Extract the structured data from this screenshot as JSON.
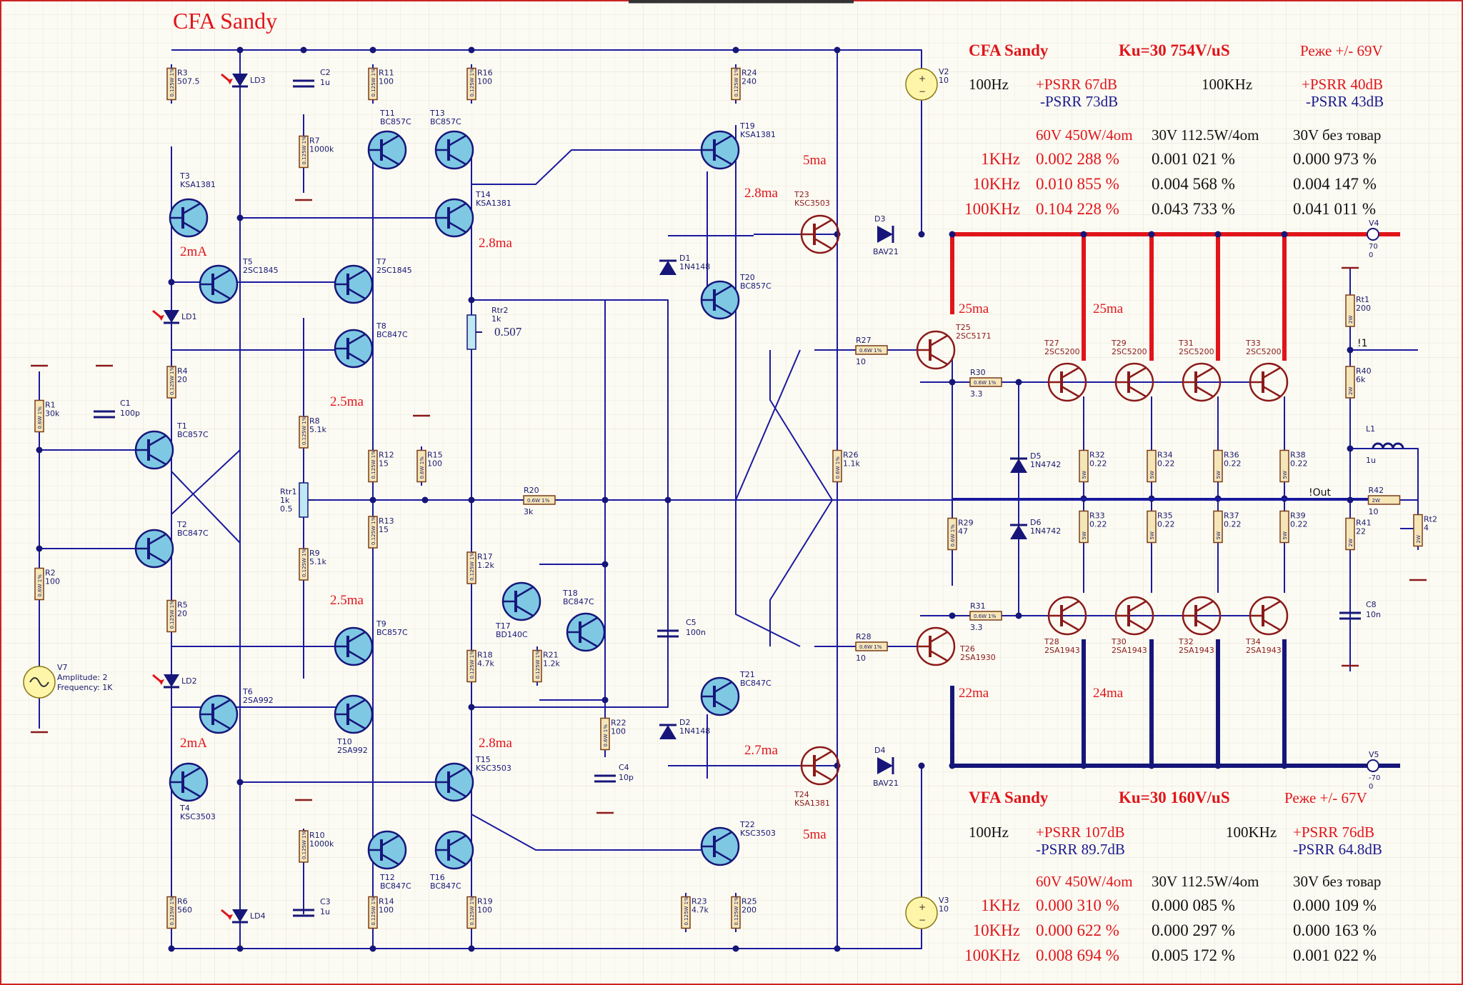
{
  "title": "CFA Sandy",
  "colors": {
    "wire": "#1a1a9e",
    "body": "#7ec8e3",
    "resistor": "#f5e6b8",
    "red": "#e0151a",
    "navy": "#16167a",
    "npn_out": "#8b1a1a"
  },
  "cfa_panel": {
    "title": "CFA Sandy",
    "ku": "Ku=30  754V/uS",
    "supply": "Реже +/- 69V",
    "lf": "100Hz",
    "lf_psrr_pos": "+PSRR 67dB",
    "lf_psrr_neg": "-PSRR 73dB",
    "hf": "100KHz",
    "hf_psrr_pos": "+PSRR 40dB",
    "hf_psrr_neg": "-PSRR 43dB",
    "col_headers": [
      "60V 450W/4om",
      "30V 112.5W/4om",
      "30V без товар"
    ],
    "rows": [
      {
        "freq": "1KHz",
        "v1": "0.002 288 %",
        "v2": "0.001 021 %",
        "v3": "0.000 973 %"
      },
      {
        "freq": "10KHz",
        "v1": "0.010 855 %",
        "v2": "0.004 568 %",
        "v3": "0.004 147 %"
      },
      {
        "freq": "100KHz",
        "v1": "0.104 228 %",
        "v2": "0.043 733 %",
        "v3": "0.041 011 %"
      }
    ]
  },
  "vfa_panel": {
    "title": "VFA Sandy",
    "ku": "Ku=30  160V/uS",
    "supply": "Реже +/- 67V",
    "lf": "100Hz",
    "lf_psrr_pos": "+PSRR 107dB",
    "lf_psrr_neg": "-PSRR 89.7dB",
    "hf": "100KHz",
    "hf_psrr_pos": "+PSRR 76dB",
    "hf_psrr_neg": "-PSRR 64.8dB",
    "col_headers": [
      "60V 450W/4om",
      "30V 112.5W/4om",
      "30V без товар"
    ],
    "rows": [
      {
        "freq": "1KHz",
        "v1": "0.000 310 %",
        "v2": "0.000 085 %",
        "v3": "0.000 109 %"
      },
      {
        "freq": "10KHz",
        "v1": "0.000 622 %",
        "v2": "0.000 297 %",
        "v3": "0.000 163 %"
      },
      {
        "freq": "100KHz",
        "v1": "0.008 694 %",
        "v2": "0.005 172 %",
        "v3": "0.001 022 %"
      }
    ]
  },
  "currents": [
    "2mA",
    "2.8ma",
    "2.5ma",
    "2.5ma",
    "2mA",
    "2.8ma",
    "2.8ma",
    "2.7ma",
    "5ma",
    "5ma",
    "25ma",
    "25ma",
    "22ma",
    "24ma"
  ],
  "transistors": [
    {
      "ref": "T1",
      "part": "BC857C"
    },
    {
      "ref": "T2",
      "part": "BC847C"
    },
    {
      "ref": "T3",
      "part": "KSA1381"
    },
    {
      "ref": "T4",
      "part": "KSC3503"
    },
    {
      "ref": "T5",
      "part": "2SC1845"
    },
    {
      "ref": "T6",
      "part": "2SA992"
    },
    {
      "ref": "T7",
      "part": "2SC1845"
    },
    {
      "ref": "T8",
      "part": "BC847C"
    },
    {
      "ref": "T9",
      "part": "BC857C"
    },
    {
      "ref": "T10",
      "part": "2SA992"
    },
    {
      "ref": "T11",
      "part": "BC857C"
    },
    {
      "ref": "T12",
      "part": "BC847C"
    },
    {
      "ref": "T13",
      "part": "BC857C"
    },
    {
      "ref": "T14",
      "part": "KSA1381"
    },
    {
      "ref": "T15",
      "part": "KSC3503"
    },
    {
      "ref": "T16",
      "part": "BC847C"
    },
    {
      "ref": "T17",
      "part": "BD140C"
    },
    {
      "ref": "T18",
      "part": "BC847C"
    },
    {
      "ref": "T19",
      "part": "KSA1381"
    },
    {
      "ref": "T20",
      "part": "BC857C"
    },
    {
      "ref": "T21",
      "part": "BC847C"
    },
    {
      "ref": "T22",
      "part": "KSC3503"
    },
    {
      "ref": "T23",
      "part": "KSC3503"
    },
    {
      "ref": "T24",
      "part": "KSA1381"
    },
    {
      "ref": "T25",
      "part": "2SC5171"
    },
    {
      "ref": "T26",
      "part": "2SA1930"
    },
    {
      "ref": "T27",
      "part": "2SC5200"
    },
    {
      "ref": "T29",
      "part": "2SC5200"
    },
    {
      "ref": "T31",
      "part": "2SC5200"
    },
    {
      "ref": "T33",
      "part": "2SC5200"
    },
    {
      "ref": "T28",
      "part": "2SA1943"
    },
    {
      "ref": "T30",
      "part": "2SA1943"
    },
    {
      "ref": "T32",
      "part": "2SA1943"
    },
    {
      "ref": "T34",
      "part": "2SA1943"
    }
  ],
  "resistors": [
    {
      "ref": "R1",
      "val": "30k",
      "pkg": "0.6W 1%"
    },
    {
      "ref": "R2",
      "val": "100",
      "pkg": "0.6W 1%"
    },
    {
      "ref": "R3",
      "val": "507.5",
      "pkg": "0.125W 1%"
    },
    {
      "ref": "R4",
      "val": "20",
      "pkg": "0.125W 1%"
    },
    {
      "ref": "R5",
      "val": "20",
      "pkg": "0.125W 1%"
    },
    {
      "ref": "R6",
      "val": "560",
      "pkg": "0.125W 1%"
    },
    {
      "ref": "R7",
      "val": "1000k",
      "pkg": "0.125W 1%"
    },
    {
      "ref": "R8",
      "val": "5.1k",
      "pkg": "0.125W 1%"
    },
    {
      "ref": "R9",
      "val": "5.1k",
      "pkg": "0.125W 1%"
    },
    {
      "ref": "R10",
      "val": "1000k",
      "pkg": "0.125W 1%"
    },
    {
      "ref": "R11",
      "val": "100",
      "pkg": "0.125W 1%"
    },
    {
      "ref": "R12",
      "val": "15",
      "pkg": "0.125W 1%"
    },
    {
      "ref": "R13",
      "val": "15",
      "pkg": "0.125W 1%"
    },
    {
      "ref": "R14",
      "val": "100",
      "pkg": "0.125W 1%"
    },
    {
      "ref": "R15",
      "val": "100",
      "pkg": "0.6W 1%"
    },
    {
      "ref": "R16",
      "val": "100",
      "pkg": "0.125W 1%"
    },
    {
      "ref": "R17",
      "val": "1.2k",
      "pkg": "0.125W 1%"
    },
    {
      "ref": "R18",
      "val": "4.7k",
      "pkg": "0.125W 1%"
    },
    {
      "ref": "R19",
      "val": "100",
      "pkg": "0.125W 1%"
    },
    {
      "ref": "R20",
      "val": "3k",
      "pkg": "0.6W 1%"
    },
    {
      "ref": "R21",
      "val": "1.2k",
      "pkg": "0.125W 1%"
    },
    {
      "ref": "R22",
      "val": "100",
      "pkg": "0.6W 1%"
    },
    {
      "ref": "R23",
      "val": "4.7k",
      "pkg": "0.125W 1%"
    },
    {
      "ref": "R24",
      "val": "240",
      "pkg": "0.125W 1%"
    },
    {
      "ref": "R25",
      "val": "200",
      "pkg": "0.125W 1%"
    },
    {
      "ref": "R26",
      "val": "1.1k",
      "pkg": "0.6W 1%"
    },
    {
      "ref": "R27",
      "val": "10",
      "pkg": "0.6W 1%"
    },
    {
      "ref": "R28",
      "val": "10",
      "pkg": "0.6W 1%"
    },
    {
      "ref": "R29",
      "val": "47",
      "pkg": "0.6W 1%"
    },
    {
      "ref": "R30",
      "val": "3.3",
      "pkg": "0.6W 1%"
    },
    {
      "ref": "R31",
      "val": "3.3",
      "pkg": "0.6W 1%"
    },
    {
      "ref": "R32",
      "val": "0.22",
      "pkg": "5W"
    },
    {
      "ref": "R33",
      "val": "0.22",
      "pkg": "5W"
    },
    {
      "ref": "R34",
      "val": "0.22",
      "pkg": "5W"
    },
    {
      "ref": "R35",
      "val": "0.22",
      "pkg": "5W"
    },
    {
      "ref": "R36",
      "val": "0.22",
      "pkg": "5W"
    },
    {
      "ref": "R37",
      "val": "0.22",
      "pkg": "5W"
    },
    {
      "ref": "R38",
      "val": "0.22",
      "pkg": "5W"
    },
    {
      "ref": "R39",
      "val": "0.22",
      "pkg": "5W"
    },
    {
      "ref": "R40",
      "val": "6k",
      "pkg": "2W"
    },
    {
      "ref": "R41",
      "val": "22",
      "pkg": "2W"
    },
    {
      "ref": "R42",
      "val": "10",
      "pkg": "2W"
    },
    {
      "ref": "Rt1",
      "val": "200",
      "pkg": "2W"
    },
    {
      "ref": "Rt2",
      "val": "4",
      "pkg": "2W"
    }
  ],
  "pots": [
    {
      "ref": "Rtr1",
      "val": "1k",
      "wiper": "0.5"
    },
    {
      "ref": "Rtr2",
      "val": "1k",
      "wiper": "0.507"
    }
  ],
  "caps": [
    {
      "ref": "C1",
      "val": "100p"
    },
    {
      "ref": "C2",
      "val": "1u"
    },
    {
      "ref": "C3",
      "val": "1u"
    },
    {
      "ref": "C4",
      "val": "10p"
    },
    {
      "ref": "C5",
      "val": "100n"
    },
    {
      "ref": "C8",
      "val": "10n"
    }
  ],
  "diodes": [
    {
      "ref": "D1",
      "part": "1N4148"
    },
    {
      "ref": "D2",
      "part": "1N4148"
    },
    {
      "ref": "D3",
      "part": "BAV21"
    },
    {
      "ref": "D4",
      "part": "BAV21"
    },
    {
      "ref": "D5",
      "part": "1N4742"
    },
    {
      "ref": "D6",
      "part": "1N4742"
    }
  ],
  "leds": [
    "LD1",
    "LD2",
    "LD3",
    "LD4"
  ],
  "inductor": {
    "ref": "L1",
    "val": "1u"
  },
  "sources": [
    {
      "ref": "V2",
      "val": "10"
    },
    {
      "ref": "V3",
      "val": "10"
    },
    {
      "ref": "V4",
      "val": "70",
      "val2": "0"
    },
    {
      "ref": "V5",
      "val": "-70",
      "val2": "0"
    },
    {
      "ref": "V7",
      "amp": "Amplitude: 2",
      "freq": "Frequency: 1K"
    }
  ],
  "nets": [
    "!1",
    "!Out"
  ]
}
